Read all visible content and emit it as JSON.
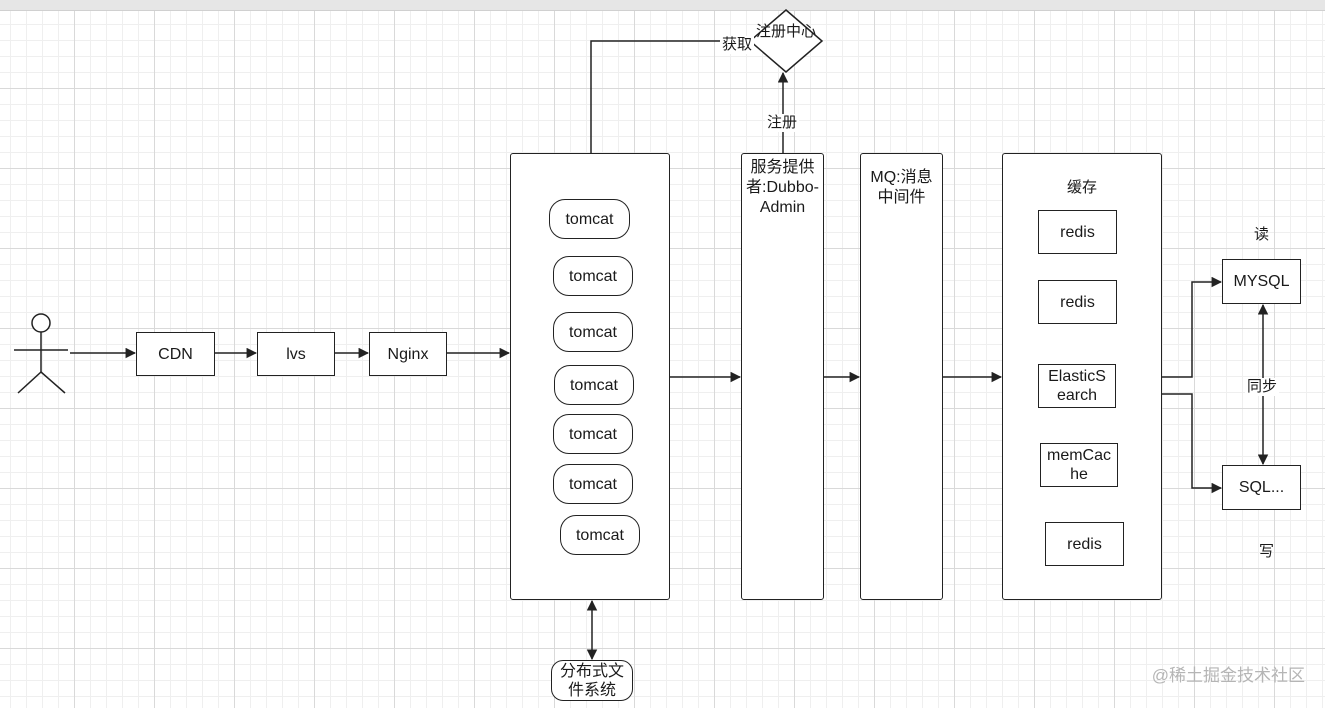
{
  "nodes": {
    "cdn": "CDN",
    "lvs": "lvs",
    "nginx": "Nginx",
    "tomcat": [
      "tomcat",
      "tomcat",
      "tomcat",
      "tomcat",
      "tomcat",
      "tomcat",
      "tomcat"
    ],
    "provider": "服务提供者:Dubbo-Admin",
    "mq": "MQ:消息中间件",
    "cache_title": "缓存",
    "cache_items": [
      "redis",
      "redis",
      "ElasticSearch",
      "memCache",
      "redis"
    ],
    "registry": "注册中心",
    "dfs": "分布式文件系统",
    "mysql": "MYSQL",
    "sql": "SQL..."
  },
  "edge_labels": {
    "fetch": "获取",
    "register": "注册",
    "sync": "同步",
    "read": "读",
    "write": "写"
  },
  "watermark": "@稀土掘金技术社区"
}
